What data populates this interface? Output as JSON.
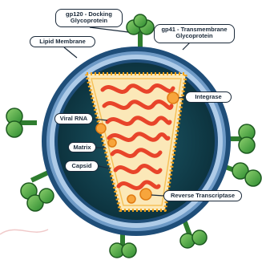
{
  "labels": {
    "gp120": {
      "line1": "gp120 - Docking",
      "line2": "Glycoprotein"
    },
    "gp41": {
      "line1": "gp41 - Transmembrane",
      "line2": "Glycoprotein"
    },
    "lipid_membrane": "Lipid Membrane",
    "viral_rna": "Viral RNA",
    "matrix": "Matrix",
    "capsid": "Capsid",
    "integrase": "Integrase",
    "reverse_transcriptase": "Reverse Transcriptase"
  },
  "colors": {
    "membrane": "#1f4e79",
    "matrix_ring": "#aecbe8",
    "interior": "#0d3b47",
    "capsid_fill": "#fbe8b8",
    "capsid_dots": "#f2a31b",
    "rna": "#e8442a",
    "spike": "#3aa23a",
    "outline": "#1b2a3a"
  }
}
